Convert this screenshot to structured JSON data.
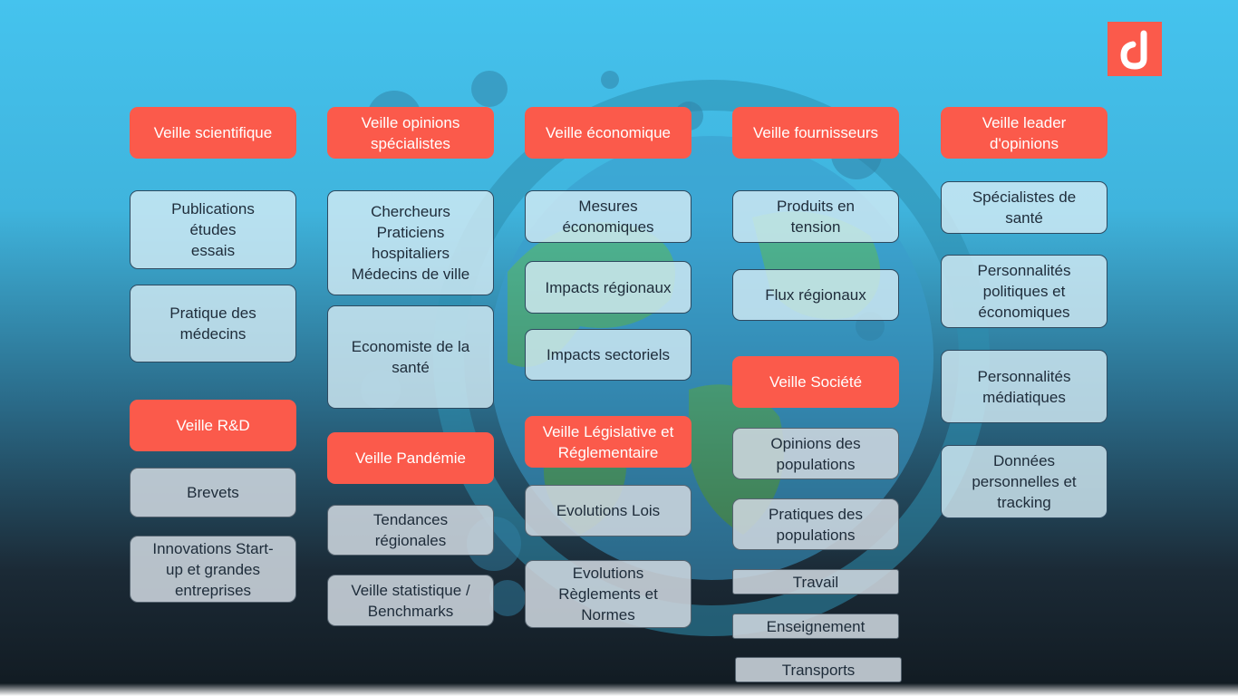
{
  "colors": {
    "header_bg": "#fb5a4b",
    "header_text": "#ffffff",
    "item_light_bg": "#d6ecf5",
    "item_grey_bg": "#cdd6de",
    "item_text": "#1e2c3a",
    "sky": "#45c3ee",
    "ground": "#111a21"
  },
  "logo": {
    "icon": "brand-logo-icon"
  },
  "columns": [
    {
      "header": "Veille scientifique",
      "items": [
        "Publications\nétudes\nessais",
        "Pratique des\nmédecins"
      ],
      "section2_header": "Veille  R&D",
      "section2_items": [
        "Brevets",
        "Innovations Start-\nup et grandes\nentreprises"
      ]
    },
    {
      "header": "Veille opinions\nspécialistes",
      "items": [
        "Chercheurs\nPraticiens\nhospitaliers\nMédecins de ville",
        "Economiste de la\nsanté"
      ],
      "section2_header": "Veille Pandémie",
      "section2_items": [
        "Tendances\nrégionales",
        "Veille statistique /\nBenchmarks"
      ]
    },
    {
      "header": "Veille économique",
      "items": [
        "Mesures\néconomiques",
        "Impacts régionaux",
        "Impacts sectoriels"
      ],
      "section2_header": "Veille Législative et\nRéglementaire",
      "section2_items": [
        "Evolutions Lois",
        "Evolutions\nRèglements et\nNormes"
      ]
    },
    {
      "header": "Veille fournisseurs",
      "items": [
        "Produits en\ntension",
        "Flux régionaux"
      ],
      "section2_header": "Veille Société",
      "section2_items": [
        "Opinions des\npopulations",
        "Pratiques des\npopulations",
        "Travail",
        "Enseignement",
        "Transports"
      ]
    },
    {
      "header": "Veille leader\nd'opinions",
      "items": [
        "Spécialistes de\nsanté",
        "Personnalités\npolitiques et\néconomiques",
        "Personnalités\nmédiatiques",
        "Données\npersonnelles et\ntracking"
      ]
    }
  ]
}
